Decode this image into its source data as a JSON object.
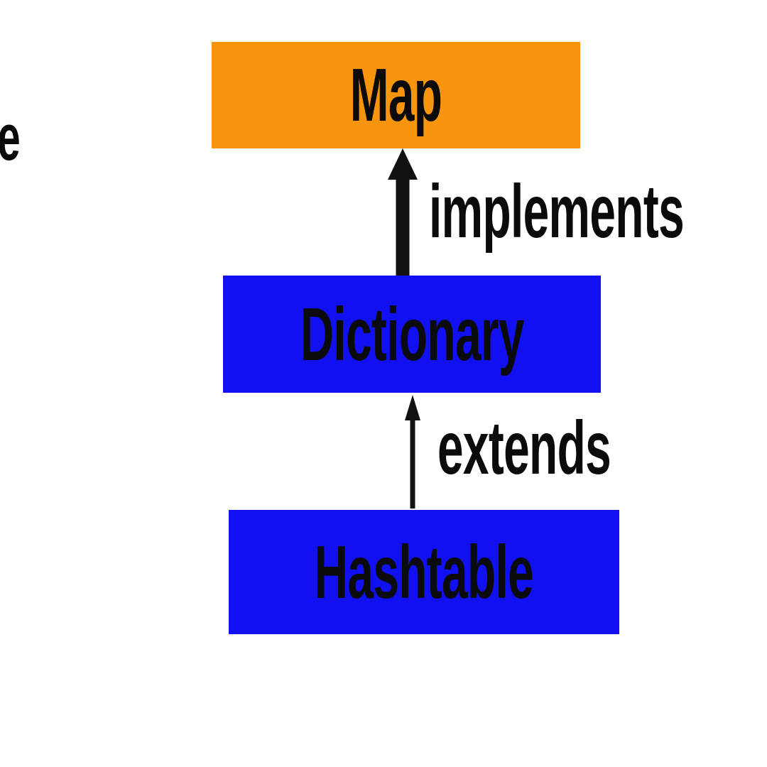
{
  "diagram": {
    "description_fragment": "e",
    "nodes": [
      {
        "id": "map",
        "label": "Map",
        "type": "interface",
        "color": "#F8940D"
      },
      {
        "id": "dictionary",
        "label": "Dictionary",
        "type": "class",
        "color": "#1010F0"
      },
      {
        "id": "hashtable",
        "label": "Hashtable",
        "type": "class",
        "color": "#1010F0"
      }
    ],
    "edges": [
      {
        "from": "dictionary",
        "to": "map",
        "label": "implements"
      },
      {
        "from": "hashtable",
        "to": "dictionary",
        "label": "extends"
      }
    ],
    "colors": {
      "interface_fill": "#F8940D",
      "class_fill": "#1010F0",
      "arrow": "#111111",
      "text": "#0b0b0b",
      "background": "#ffffff"
    }
  }
}
